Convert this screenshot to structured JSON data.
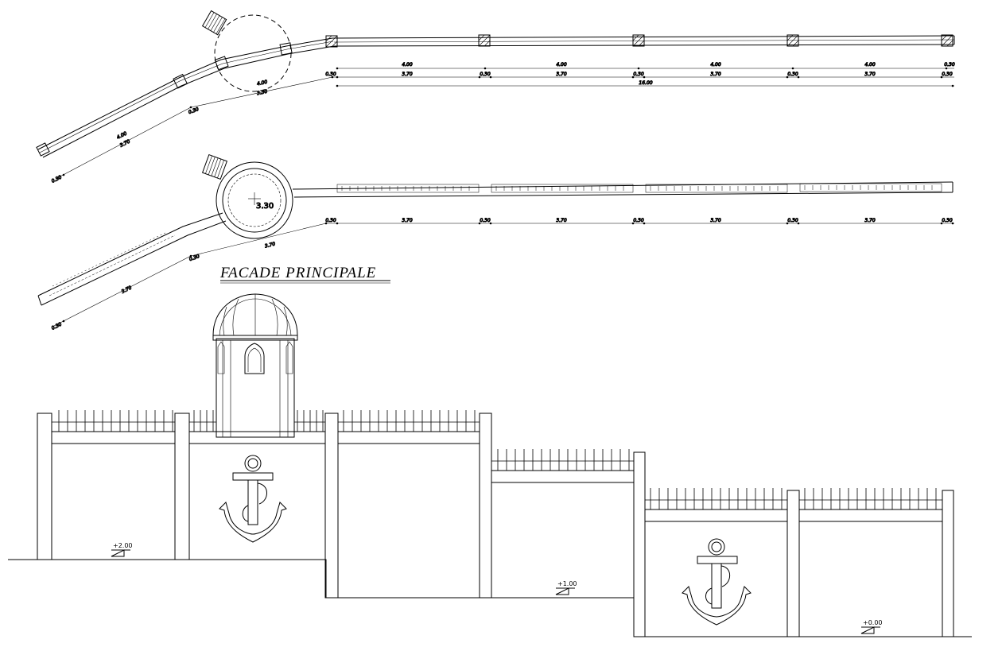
{
  "title": "FACADE PRINCIPALE",
  "plan_top": {
    "dims_row1": [
      "4.00",
      "4.00",
      "4.00",
      "4.00",
      "0.30"
    ],
    "dims_row2": [
      "3.70",
      "0.30",
      "3.70",
      "0.30",
      "3.70",
      "0.30",
      "3.70",
      "0.30"
    ],
    "total": "16.00",
    "start": "0.30",
    "diag_a": "4.00",
    "diag_b": "3.30",
    "diag_c": "0.30",
    "diag_d": "4.00",
    "diag_e": "3.70",
    "diag_f": "0.30"
  },
  "plan_bottom": {
    "circle_label": "3.30",
    "dims_row": [
      "0.30",
      "3.70",
      "0.30",
      "3.70",
      "0.30",
      "3.70",
      "0.30",
      "3.70",
      "0.30"
    ],
    "diag_a": "3.70",
    "diag_b": "0.30",
    "diag_c": "3.70",
    "diag_d": "0.30"
  },
  "levels": [
    "+2.00",
    "+1.00",
    "+0.00"
  ],
  "icons": [
    "anchor-icon",
    "anchor-icon"
  ]
}
